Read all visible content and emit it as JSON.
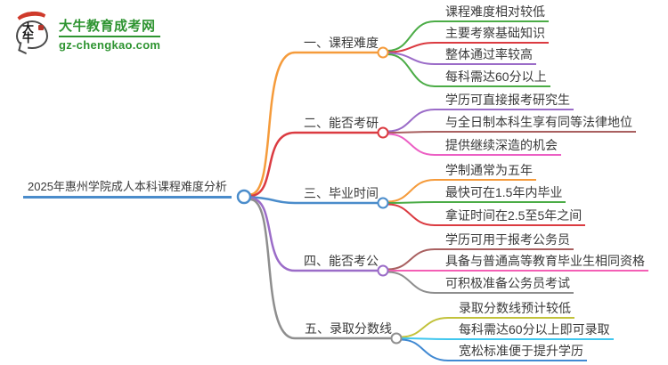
{
  "logo": {
    "brand": "大牛教育成考网",
    "domain": "gz-chengkao.com",
    "icon_chars": "大牛",
    "brand_color": "#2E9431",
    "icon_red": "#CF3A2B",
    "seal_red": "#B5352B"
  },
  "main_topic": {
    "text": "2025年惠州学院成人本科课程难度分析",
    "color": "#4A8CCB"
  },
  "branches": [
    {
      "label": "一、课程难度",
      "color": "#F59B3B",
      "items": [
        {
          "text": "课程难度相对较低",
          "color": "#4BAC46"
        },
        {
          "text": "主要考察基础知识",
          "color": "#DB3B41"
        },
        {
          "text": "整体通过率较高",
          "color": "#9B6CC8"
        },
        {
          "text": "每科需达60分以上",
          "color": "#4BAC46"
        }
      ]
    },
    {
      "label": "二、能否考研",
      "color": "#DB3B41",
      "items": [
        {
          "text": "学历可直接报考研究生",
          "color": "#9B6CC8"
        },
        {
          "text": "与全日制本科生享有同等法律地位",
          "color": "#A96060"
        },
        {
          "text": "提供继续深造的机会",
          "color": "#EC5FC4"
        }
      ]
    },
    {
      "label": "三、毕业时间",
      "color": "#4A8CCB",
      "items": [
        {
          "text": "学制通常为五年",
          "color": "#F59B3B"
        },
        {
          "text": "最快可在1.5年内毕业",
          "color": "#4BAC46"
        },
        {
          "text": "拿证时间在2.5至5年之间",
          "color": "#DB3B41"
        }
      ]
    },
    {
      "label": "四、能否考公",
      "color": "#9B6CC8",
      "items": [
        {
          "text": "学历可用于报考公务员",
          "color": "#A96060"
        },
        {
          "text": "具备与普通高等教育毕业生相同资格",
          "color": "#F45FB5"
        },
        {
          "text": "可积极准备公务员考试",
          "color": "#8E8E8E"
        }
      ]
    },
    {
      "label": "五、录取分数线",
      "color": "#8E8E8E",
      "items": [
        {
          "text": "录取分数线预计较低",
          "color": "#C2C23B"
        },
        {
          "text": "每科需达60分以上即可录取",
          "color": "#41C7EE"
        },
        {
          "text": "宽松标准便于提升学历",
          "color": "#4189D2"
        }
      ]
    }
  ]
}
